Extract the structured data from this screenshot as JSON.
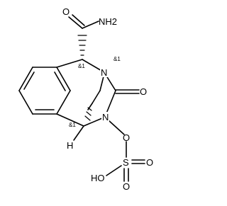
{
  "atoms": {
    "nh2": "NH2",
    "o_amide": "O",
    "n_bridge": "N",
    "o_ketone": "O",
    "n_lower": "N",
    "o_ester": "O",
    "s": "S",
    "o_right": "O",
    "o_bottom": "O",
    "oh": "HO",
    "h": "H"
  },
  "stereo_labels": {
    "c_top": "&1",
    "n_bridge": "&1",
    "c_bottom": "&1"
  }
}
